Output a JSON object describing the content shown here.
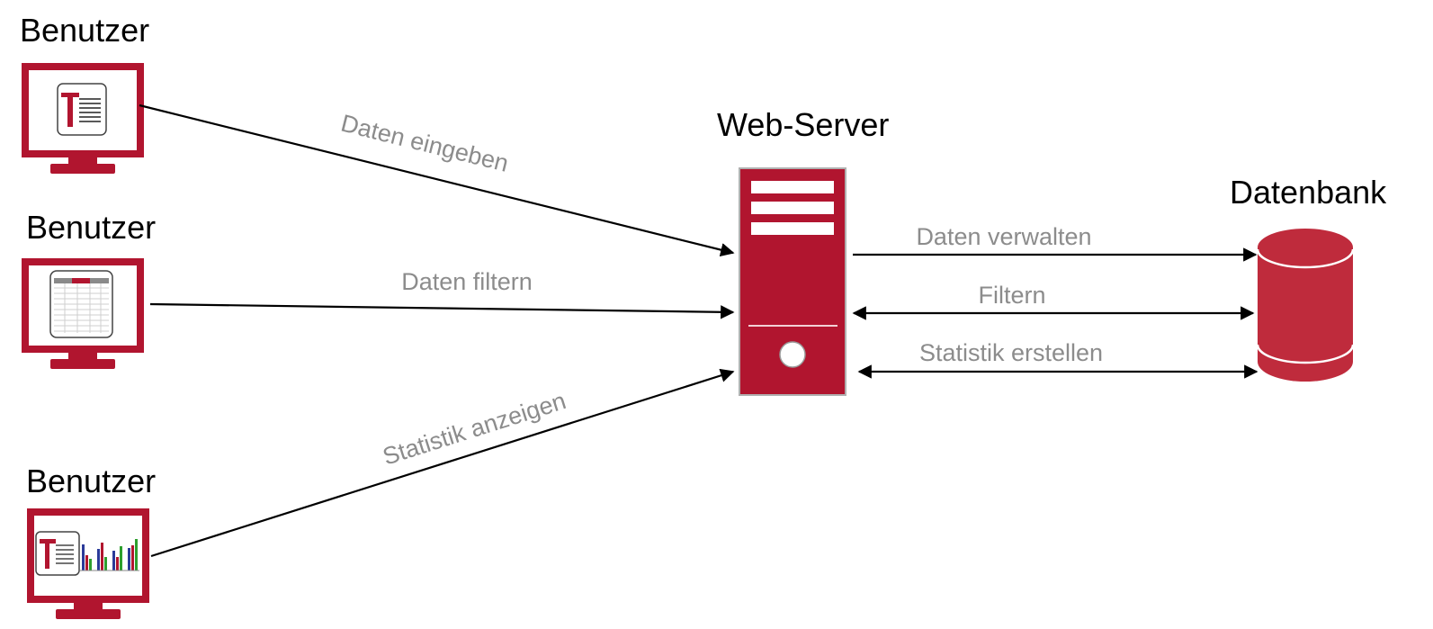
{
  "colors": {
    "accent": "#b1152f",
    "database": "#bf2b3c",
    "edge": "#000000",
    "edge_label": "#8c8c8c",
    "text": "#000000"
  },
  "users": [
    {
      "label": "Benutzer",
      "screen_icon": "text-document-icon"
    },
    {
      "label": "Benutzer",
      "screen_icon": "spreadsheet-icon"
    },
    {
      "label": "Benutzer",
      "screen_icon": "text-document-with-bar-chart-icon"
    }
  ],
  "server": {
    "label": "Web-Server",
    "icon": "server-tower-icon"
  },
  "database": {
    "label": "Datenbank",
    "icon": "database-cylinder-icon"
  },
  "edges": {
    "user1": "Daten eingeben",
    "user2": "Daten filtern",
    "user3": "Statistik anzeigen",
    "db1": "Daten verwalten",
    "db2": "Filtern",
    "db3": "Statistik erstellen"
  }
}
